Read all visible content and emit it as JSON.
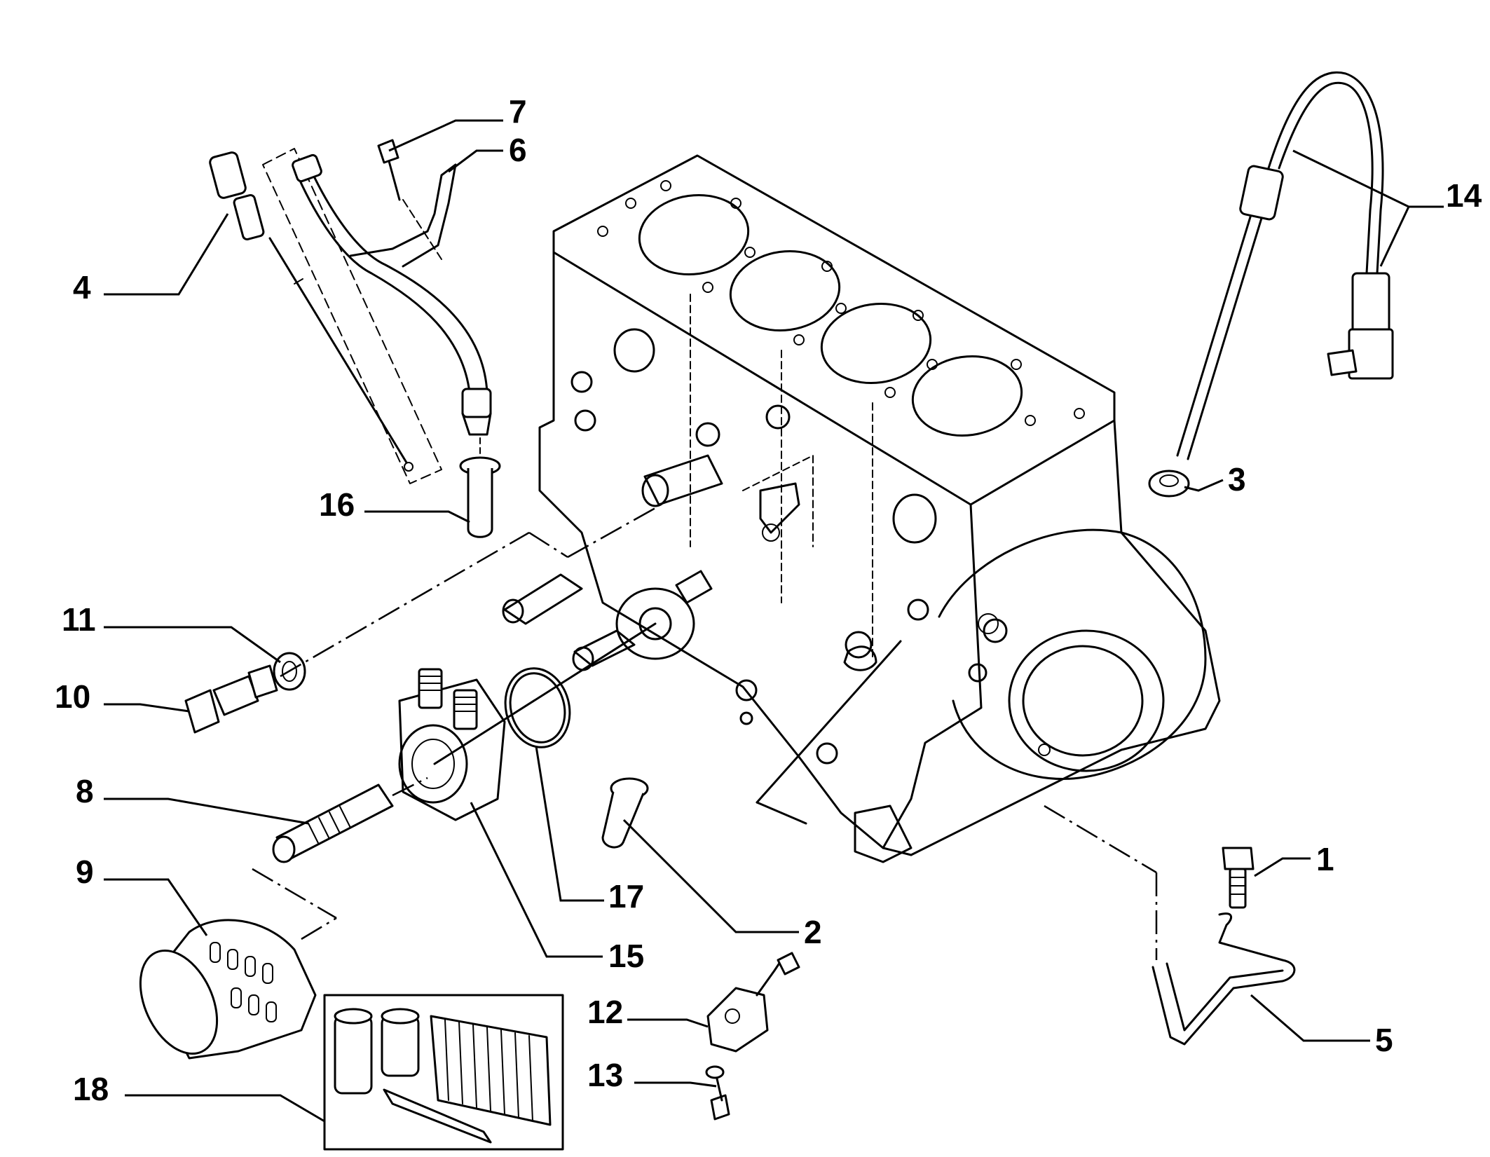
{
  "callouts": [
    {
      "id": "c1",
      "label": "1",
      "part": "bolt"
    },
    {
      "id": "c2",
      "label": "2",
      "part": "bushing"
    },
    {
      "id": "c3",
      "label": "3",
      "part": "grommet"
    },
    {
      "id": "c4",
      "label": "4",
      "part": "oil-dipstick"
    },
    {
      "id": "c5",
      "label": "5",
      "part": "oil-pipe"
    },
    {
      "id": "c6",
      "label": "6",
      "part": "dipstick-tube"
    },
    {
      "id": "c7",
      "label": "7",
      "part": "bolt"
    },
    {
      "id": "c8",
      "label": "8",
      "part": "threaded-union"
    },
    {
      "id": "c9",
      "label": "9",
      "part": "oil-filter"
    },
    {
      "id": "c10",
      "label": "10",
      "part": "oil-pressure-switch"
    },
    {
      "id": "c11",
      "label": "11",
      "part": "seal-ring"
    },
    {
      "id": "c12",
      "label": "12",
      "part": "oil-jet-nozzle"
    },
    {
      "id": "c13",
      "label": "13",
      "part": "bolt"
    },
    {
      "id": "c14",
      "label": "14",
      "part": "level-sensor"
    },
    {
      "id": "c15",
      "label": "15",
      "part": "oil-cooler"
    },
    {
      "id": "c16",
      "label": "16",
      "part": "tube"
    },
    {
      "id": "c17",
      "label": "17",
      "part": "o-ring"
    },
    {
      "id": "c18",
      "label": "18",
      "part": "filter-kit"
    }
  ]
}
